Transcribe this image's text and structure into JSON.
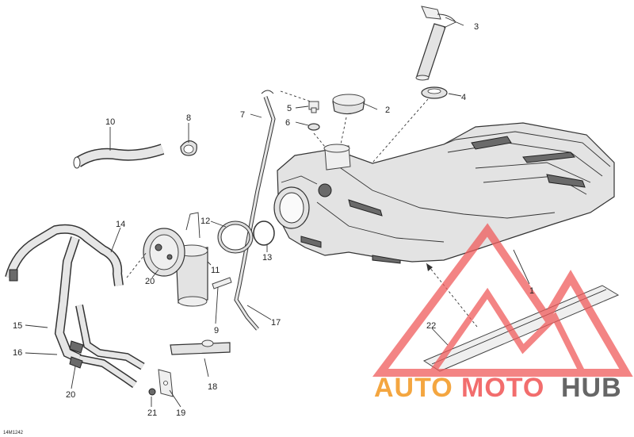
{
  "diagram_code": "14M1242",
  "callouts": [
    {
      "id": "c1",
      "label": "1"
    },
    {
      "id": "c2",
      "label": "2"
    },
    {
      "id": "c3",
      "label": "3"
    },
    {
      "id": "c4",
      "label": "4"
    },
    {
      "id": "c5",
      "label": "5"
    },
    {
      "id": "c6",
      "label": "6"
    },
    {
      "id": "c7",
      "label": "7"
    },
    {
      "id": "c8",
      "label": "8"
    },
    {
      "id": "c9",
      "label": "9"
    },
    {
      "id": "c10",
      "label": "10"
    },
    {
      "id": "c11",
      "label": "11"
    },
    {
      "id": "c12",
      "label": "12"
    },
    {
      "id": "c13",
      "label": "13"
    },
    {
      "id": "c14",
      "label": "14"
    },
    {
      "id": "c15",
      "label": "15"
    },
    {
      "id": "c16",
      "label": "16"
    },
    {
      "id": "c17",
      "label": "17"
    },
    {
      "id": "c18",
      "label": "18"
    },
    {
      "id": "c19",
      "label": "19"
    },
    {
      "id": "c20a",
      "label": "20"
    },
    {
      "id": "c20b",
      "label": "20"
    },
    {
      "id": "c21",
      "label": "21"
    },
    {
      "id": "c22",
      "label": "22"
    }
  ],
  "watermark": {
    "auto": "AUTO",
    "moto": "MOTO",
    "hub": "HUB",
    "colors": {
      "auto": "#f4a640",
      "moto": "#f26d6d",
      "hub": "#666666",
      "logo": "#ef5b5b"
    }
  }
}
